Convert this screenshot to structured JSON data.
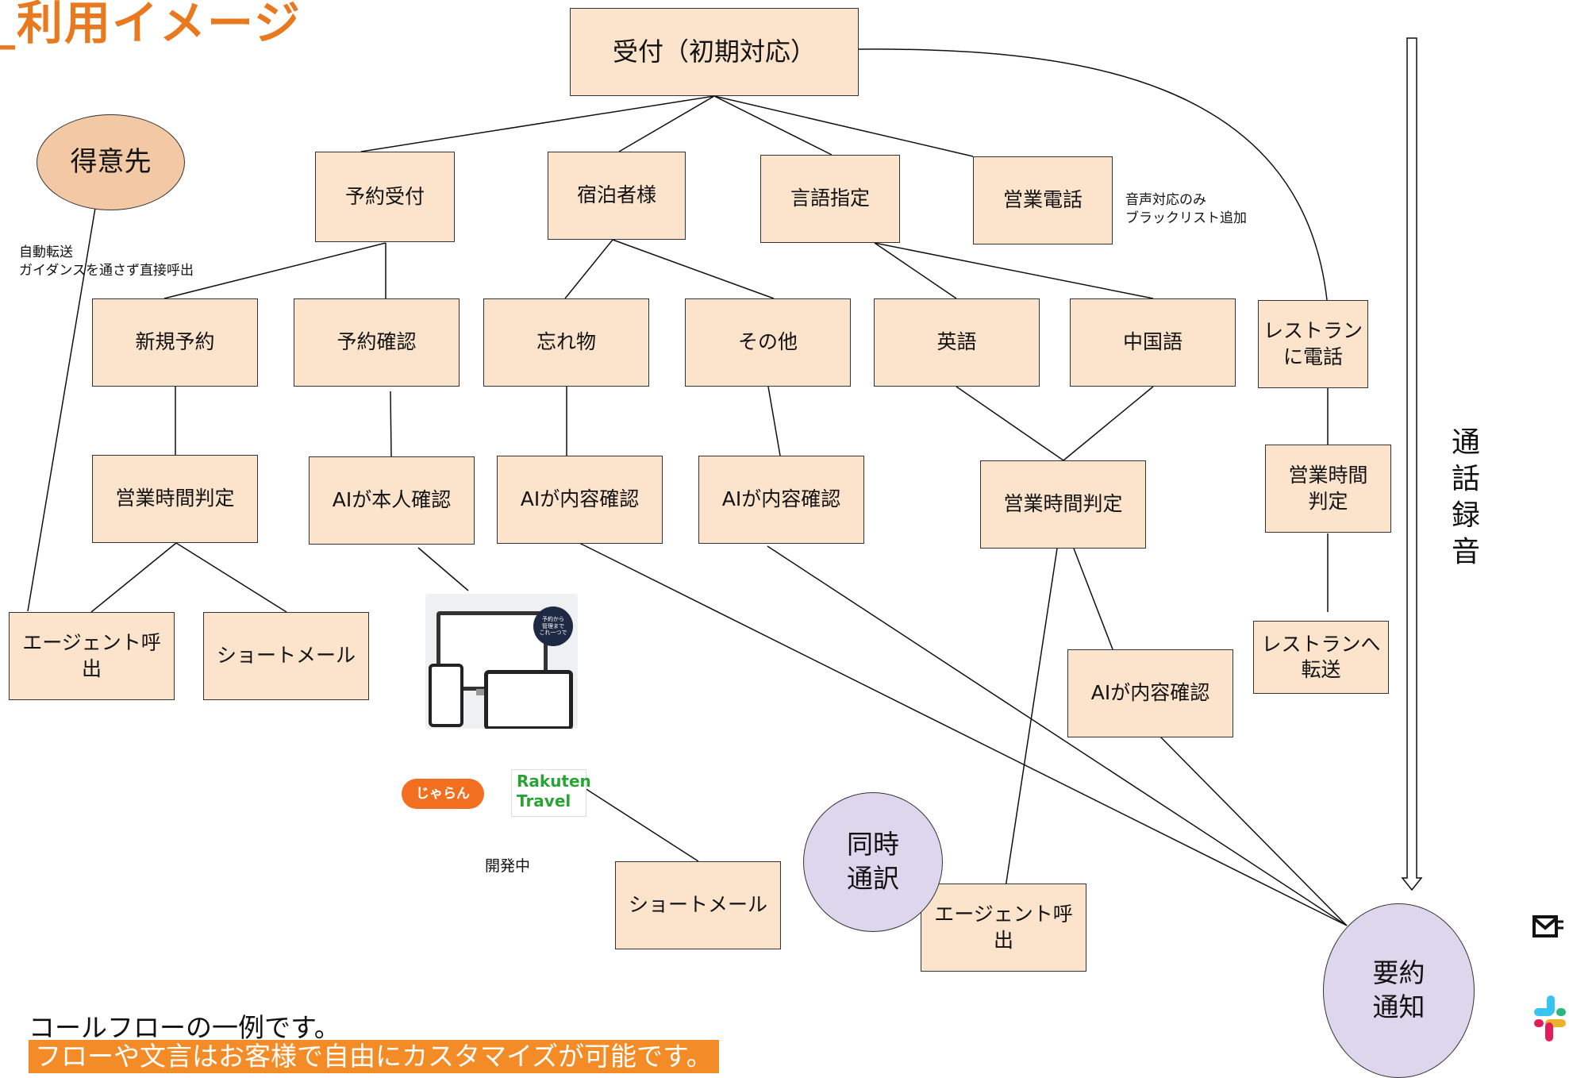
{
  "title": "_利用イメージ",
  "boxes": {
    "reception": "受付（初期対応）",
    "reservation": "予約受付",
    "guest": "宿泊者様",
    "language": "言語指定",
    "sales_call": "営業電話",
    "new_reservation": "新規予約",
    "reservation_check": "予約確認",
    "lost_item": "忘れ物",
    "other": "その他",
    "english": "英語",
    "chinese": "中国語",
    "restaurant_call": "レストラン\nに電話",
    "business_hours_1": "営業時間判定",
    "ai_identity": "AIが本人確認",
    "ai_content_1": "AIが内容確認",
    "ai_content_2": "AIが内容確認",
    "business_hours_2": "営業時間判定",
    "business_hours_3": "営業時間\n判定",
    "agent_call_1": "エージェント呼\n出",
    "short_mail_1": "ショートメール",
    "transfer_restaurant": "レストランへ\n転送",
    "ai_content_3": "AIが内容確認",
    "short_mail_2": "ショートメール",
    "agent_call_2": "エージェント呼\n出"
  },
  "circles": {
    "customer": "得意先",
    "simultaneous_interpretation": "同時\n通訳",
    "summary_notification": "要約\n通知"
  },
  "notes": {
    "sales_call_note": "音声対応のみ\nブラックリスト追加",
    "auto_forward_note": "自動転送\nガイダンスを通さず直接呼出",
    "in_development": "開発中"
  },
  "vertical_label": "通\n話\n録\n音",
  "logos": {
    "jalan": "じゃらん",
    "rakuten_line1": "Rakuten",
    "rakuten_line2": "Travel"
  },
  "screenshot_badge": "予約から\n管理まで\nこれ一つで",
  "footer": {
    "line1": "コールフローの一例です。",
    "line2": "フローや文言はお客様で自由にカスタマイズが可能です。"
  },
  "colors": {
    "box_fill": "#fce4cc",
    "customer_circle": "#f3c8a4",
    "purple_circle": "#ddd6ec",
    "title_orange": "#e8791e",
    "highlight_orange": "#f38b26",
    "rakuten_green": "#2aa336",
    "jalan_orange": "#f26f1f"
  },
  "icons": [
    "mail-icon",
    "slack-icon"
  ]
}
